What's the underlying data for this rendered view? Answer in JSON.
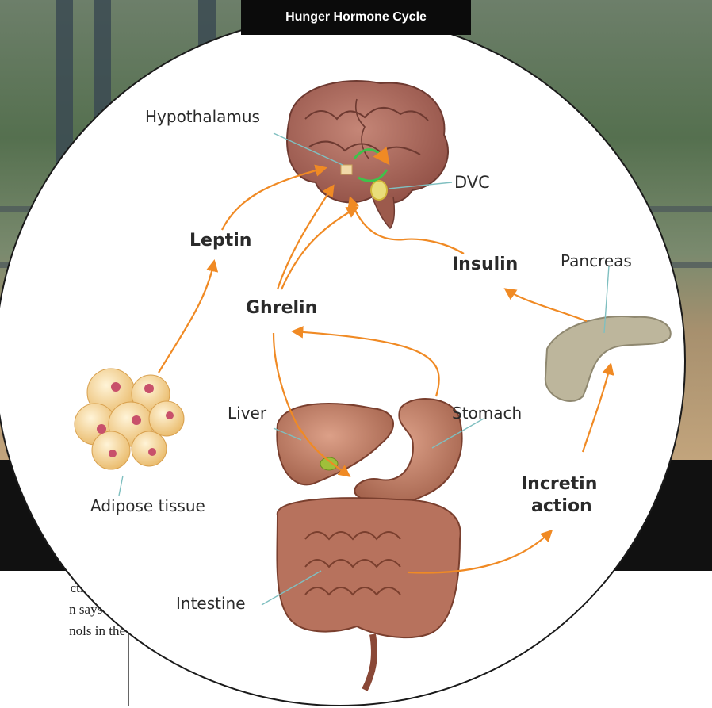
{
  "title": "Hunger Hormone Cycle",
  "labels": {
    "hypothalamus": "Hypothalamus",
    "dvc": "DVC",
    "leptin": "Leptin",
    "ghrelin": "Ghrelin",
    "insulin": "Insulin",
    "pancreas": "Pancreas",
    "liver": "Liver",
    "stomach": "Stomach",
    "adipose": "Adipose tissue",
    "incretin_line1": "Incretin",
    "incretin_line2": "action",
    "intestine": "Intestine"
  },
  "body_text": {
    "line1": "ctive even",
    "line2": "n says this",
    "line3": "nols in the"
  },
  "colors": {
    "arrow": "#f08a24",
    "leader": "#7fbfc0",
    "brain": "#a8675a",
    "organ": "#b9765c",
    "pancreas": "#bfb8a0",
    "adipose": "#f4d39a"
  }
}
